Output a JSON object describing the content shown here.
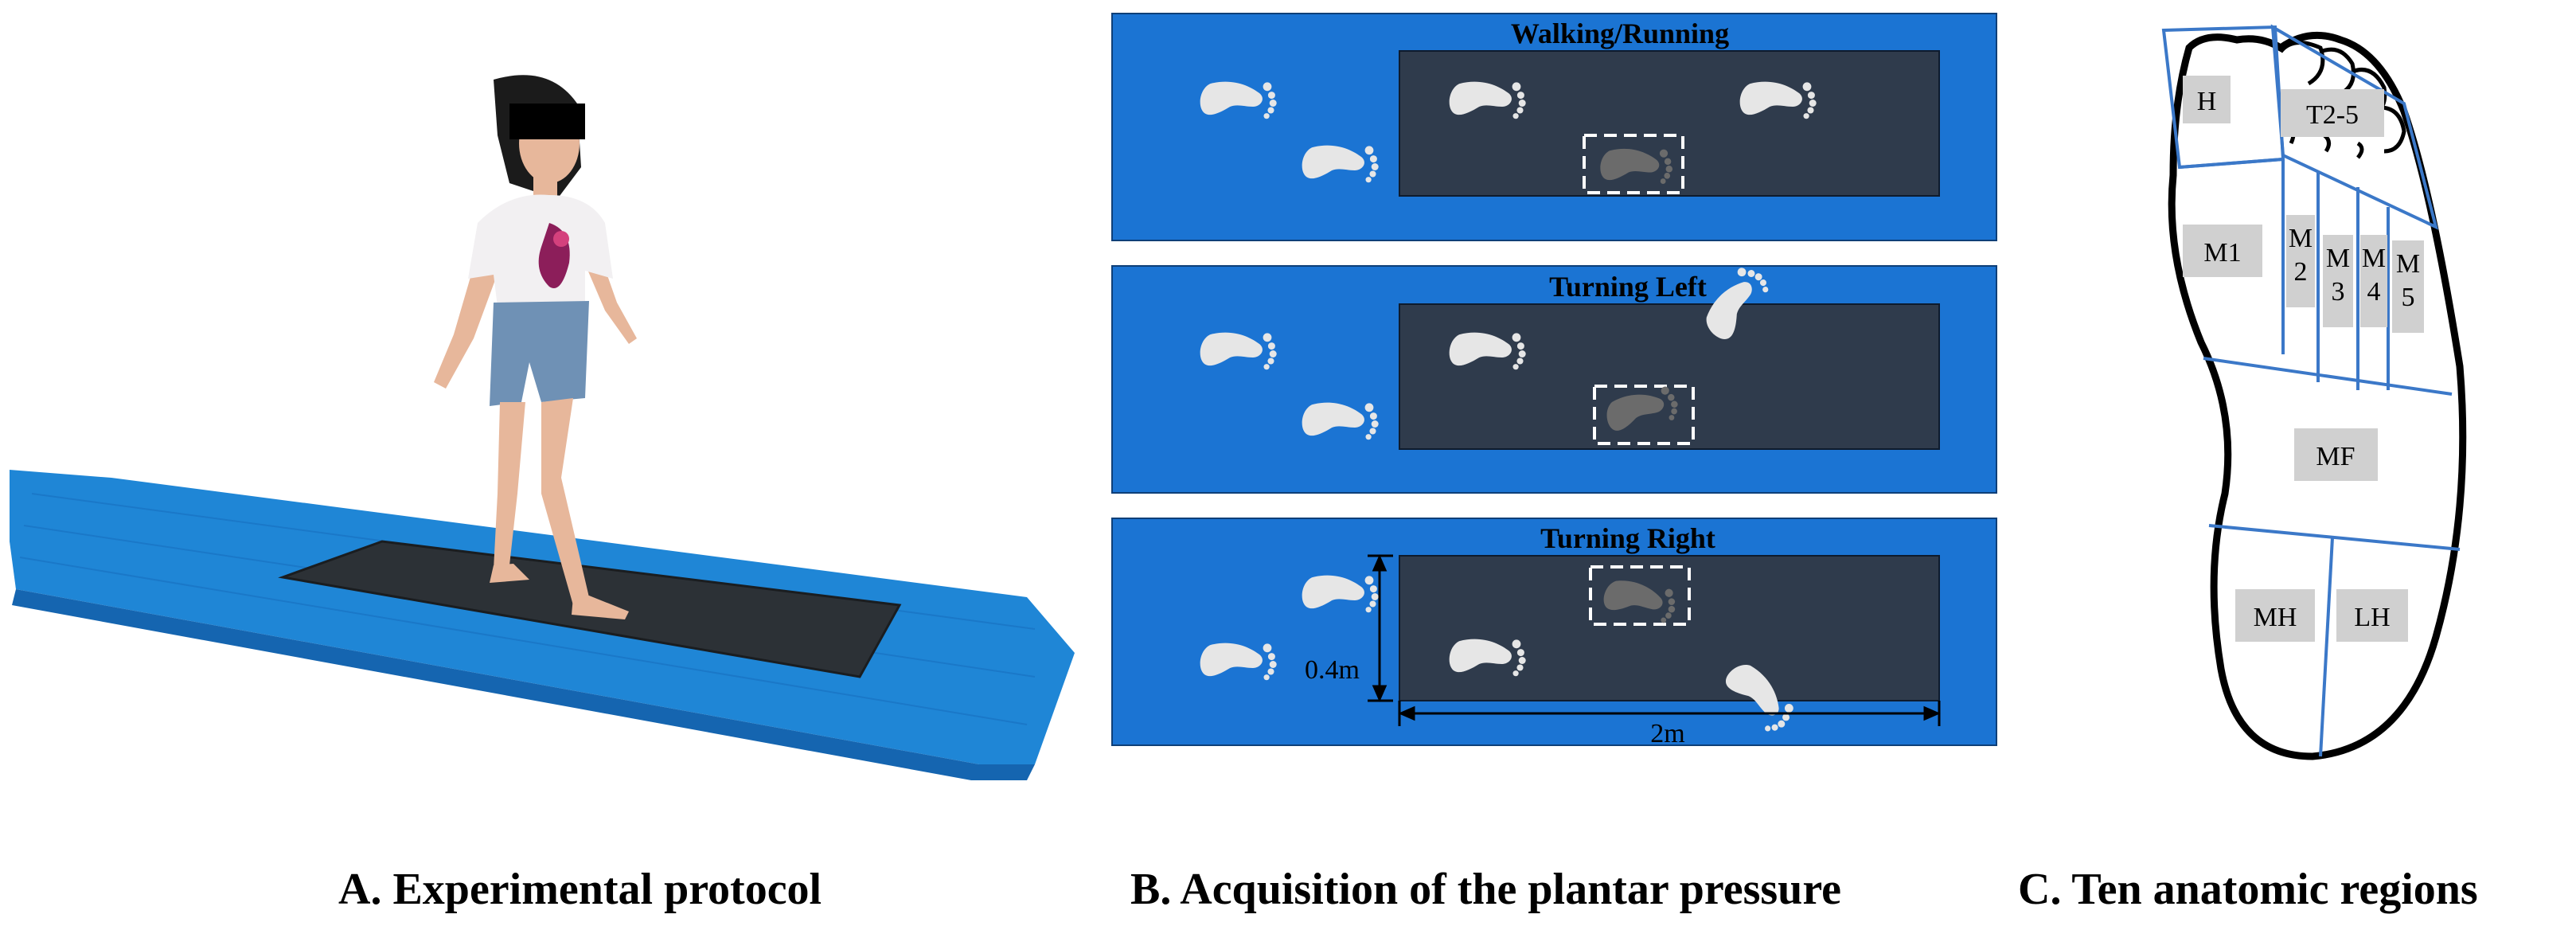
{
  "panels": {
    "a": {
      "caption": "A. Experimental protocol",
      "face_mask_color": "#000000",
      "mat_color": "#1f86d6",
      "pad_color": "#2c3136"
    },
    "b": {
      "caption": "B. Acquisition of the plantar pressure",
      "scenarios": [
        {
          "title": "Walking/Running"
        },
        {
          "title": "Turning Left"
        },
        {
          "title": "Turning Right"
        }
      ],
      "dimensions": {
        "height_label": "0.4m",
        "length_label": "2m"
      },
      "colors": {
        "outer": "#1b74d3",
        "pad": "#2f3b4c",
        "foot": "#e6e6e6",
        "foot_on_pad": "#6b6b6b"
      }
    },
    "c": {
      "caption": "C. Ten anatomic regions",
      "regions": [
        "H",
        "T2-5",
        "M1",
        "M\n2",
        "M\n3",
        "M\n4",
        "M\n5",
        "MF",
        "MH",
        "LH"
      ],
      "colors": {
        "outline": "#000000",
        "divider": "#3b78c8",
        "label_bg": "#d0d0d0"
      }
    }
  }
}
